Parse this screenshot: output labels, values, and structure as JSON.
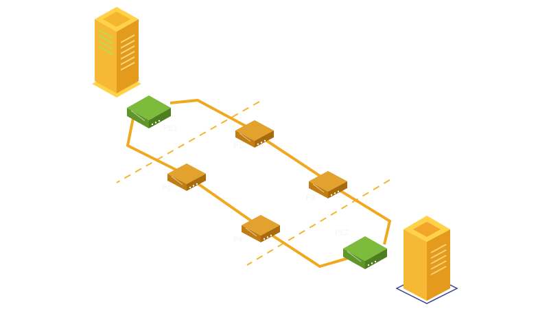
{
  "colors": {
    "link": "#f0a81e",
    "dashed": "#f2b632",
    "router_top": "#e3a12e",
    "router_left": "#c07d14",
    "router_right": "#a86a0d",
    "edge_router_top": "#7dbb3c",
    "edge_router_left": "#5f962a",
    "edge_router_right": "#4e7e20",
    "server_front": "#f5b935",
    "server_side": "#e49a1c",
    "server_top": "#ffd24a",
    "label": "#f4f4f4",
    "base_outline": "#3a3f8f"
  },
  "nodes": {
    "pe_left": {
      "label": "PE1"
    },
    "p_top": {
      "label": "P1"
    },
    "p_left": {
      "label": "P2"
    },
    "p_right": {
      "label": "P3"
    },
    "p_bottom": {
      "label": "P4"
    },
    "pe_right": {
      "label": "PE2"
    }
  },
  "servers": {
    "left": {
      "icon": "server-tower-icon"
    },
    "right": {
      "icon": "server-tower-icon"
    }
  }
}
